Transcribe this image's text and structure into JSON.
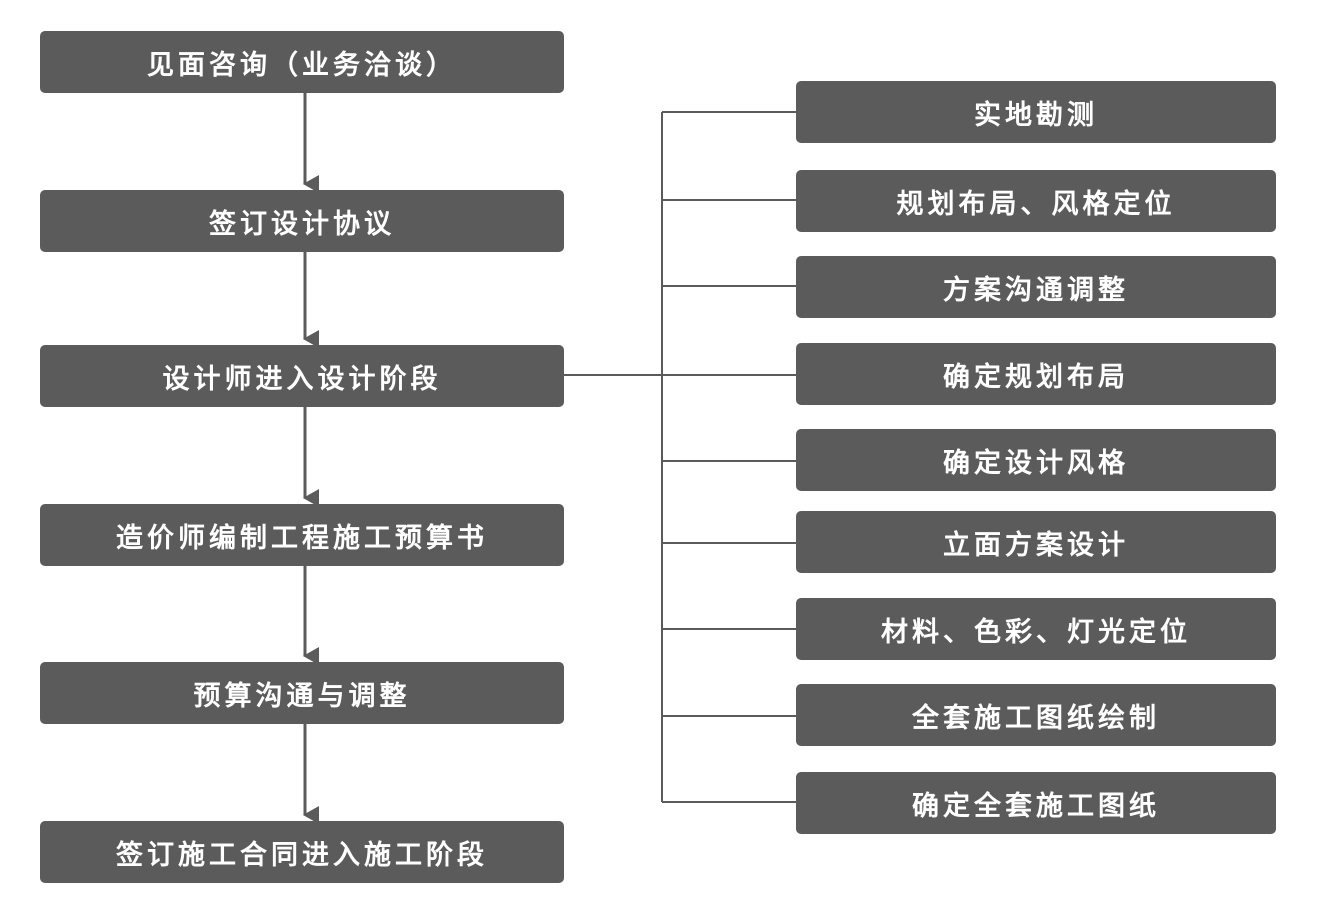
{
  "main_steps": [
    "见面咨询（业务洽谈）",
    "签订设计协议",
    "设计师进入设计阶段",
    "造价师编制工程施工预算书",
    "预算沟通与调整",
    "签订施工合同进入施工阶段"
  ],
  "design_stage_steps": [
    "实地勘测",
    "规划布局、风格定位",
    "方案沟通调整",
    "确定规划布局",
    "确定设计风格",
    "立面方案设计",
    "材料、色彩、灯光定位",
    "全套施工图纸绘制",
    "确定全套施工图纸"
  ],
  "colors": {
    "box_fill": "#5b5b5b",
    "box_text": "#ffffff",
    "connector": "#5b5b5b",
    "background": "#ffffff"
  }
}
